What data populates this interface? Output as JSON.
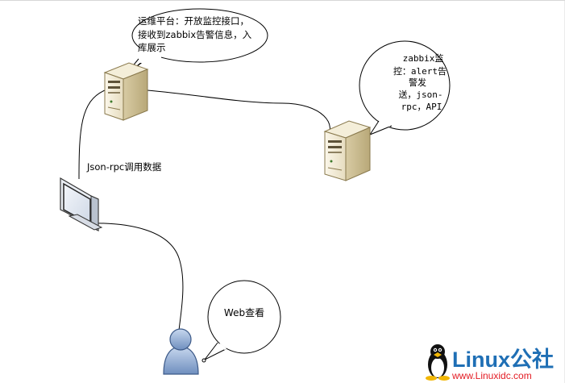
{
  "callouts": {
    "ops_platform": {
      "lines": [
        "运维平台：开放监控接口，",
        "接收到zabbix告警信息，入",
        "库展示"
      ]
    },
    "zabbix": {
      "lines": [
        "zabbix监",
        "控：alert告",
        "警发",
        "送，json-",
        "rpc，API"
      ]
    },
    "web": {
      "text": "Web查看"
    }
  },
  "edges": {
    "json_rpc_label": "Json-rpc调用数据"
  },
  "logo": {
    "name": "Linux公社",
    "url": "www.Linuxidc.com",
    "colors": {
      "primary": "#1f6fb5",
      "accent": "#e31b23"
    }
  },
  "icons": {
    "server": "server-tower-icon",
    "monitor": "crt-monitor-icon",
    "user": "person-icon",
    "mascot": "penguin-icon"
  }
}
